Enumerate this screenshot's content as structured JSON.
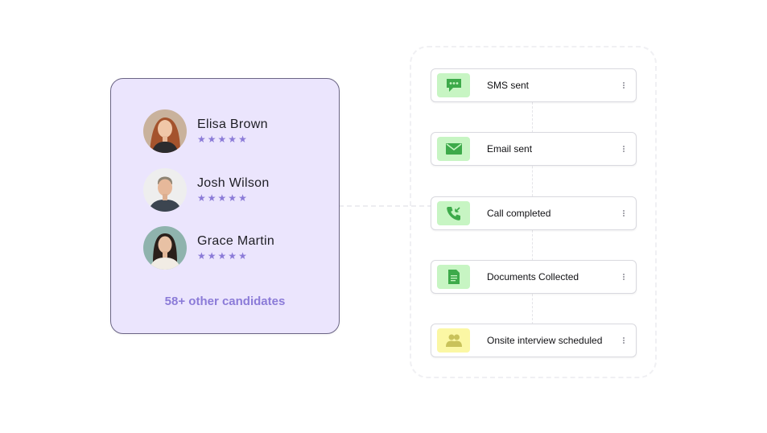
{
  "candidates": {
    "list": [
      {
        "name": "Elisa Brown",
        "stars": "★★★★★",
        "rating": 5
      },
      {
        "name": "Josh Wilson",
        "stars": "★★★★★",
        "rating": 5
      },
      {
        "name": "Grace Martin",
        "stars": "★★★★★",
        "rating": 5
      }
    ],
    "more_label": "58+ other candidates"
  },
  "workflow": {
    "steps": [
      {
        "label": "SMS sent",
        "icon": "sms-icon",
        "color": "#c7f5c3"
      },
      {
        "label": "Email sent",
        "icon": "email-icon",
        "color": "#c7f5c3"
      },
      {
        "label": "Call completed",
        "icon": "call-icon",
        "color": "#c7f5c3"
      },
      {
        "label": "Documents Collected",
        "icon": "document-icon",
        "color": "#c7f5c3"
      },
      {
        "label": "Onsite interview scheduled",
        "icon": "people-icon",
        "color": "#fbf7a4"
      }
    ]
  },
  "colors": {
    "card_bg": "#ebe5fd",
    "accent": "#8b7bd8",
    "icon_green": "#3daa4a",
    "icon_yellow": "#c9c25a"
  }
}
